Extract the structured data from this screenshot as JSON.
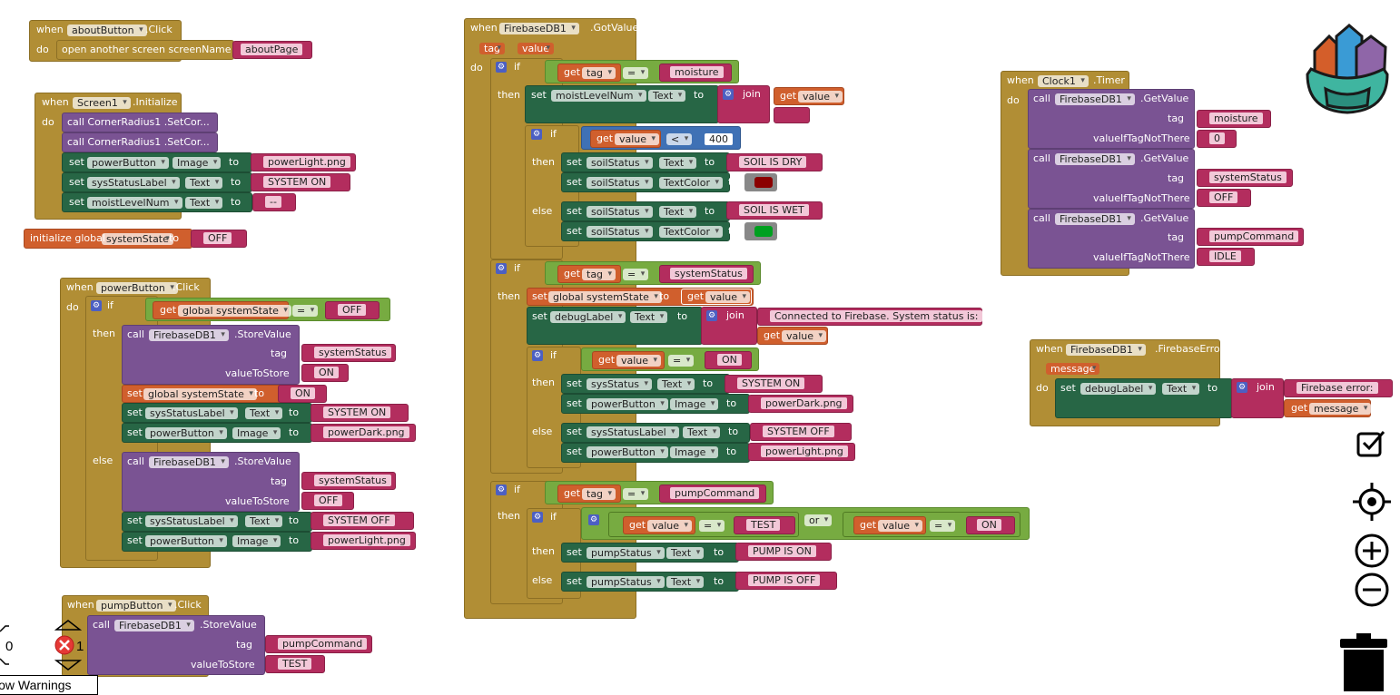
{
  "events": {
    "about_click": {
      "when": "when",
      "component": "aboutButton",
      "event": ".Click",
      "do": "do",
      "action": "open another screen  screenName",
      "arg": "aboutPage"
    },
    "screen_init": {
      "when": "when",
      "component": "Screen1",
      "event": ".Initialize",
      "do": "do",
      "call1": "call  CornerRadius1 .SetCor...",
      "call2": "call  CornerRadius1 .SetCor...",
      "rows": [
        {
          "set": "set",
          "comp": "powerButton",
          "prop": "Image",
          "to": "to",
          "val": "powerLight.png"
        },
        {
          "set": "set",
          "comp": "sysStatusLabel",
          "prop": "Text",
          "to": "to",
          "val": "SYSTEM ON"
        },
        {
          "set": "set",
          "comp": "moistLevelNum",
          "prop": "Text",
          "to": "to",
          "val": "--"
        }
      ]
    },
    "global_init": {
      "label": "initialize global",
      "name": "systemState",
      "to": "to",
      "val": "OFF"
    },
    "power_click": {
      "when": "when",
      "component": "powerButton",
      "event": ".Click",
      "do": "do",
      "if": "if",
      "get": "get",
      "var": "global systemState",
      "op": "=",
      "cmp": "OFF",
      "then": "then",
      "else": "else",
      "call": "call",
      "db": "FirebaseDB1",
      "method": ".StoreValue",
      "tag_lbl": "tag",
      "vts_lbl": "valueToStore",
      "then_tag": "systemStatus",
      "then_val": "ON",
      "set_global": "set",
      "global_name": "global systemState",
      "then_global_val": "ON",
      "then_rows": [
        {
          "comp": "sysStatusLabel",
          "prop": "Text",
          "val": "SYSTEM ON"
        },
        {
          "comp": "powerButton",
          "prop": "Image",
          "val": "powerDark.png"
        }
      ],
      "else_tag": "systemStatus",
      "else_val": "OFF",
      "else_rows": [
        {
          "comp": "sysStatusLabel",
          "prop": "Text",
          "val": "SYSTEM OFF"
        },
        {
          "comp": "powerButton",
          "prop": "Image",
          "val": "powerLight.png"
        }
      ]
    },
    "pump_click": {
      "when": "when",
      "component": "pumpButton",
      "event": ".Click",
      "call": "call",
      "db": "FirebaseDB1",
      "method": ".StoreValue",
      "tag_lbl": "tag",
      "tag": "pumpCommand",
      "vts_lbl": "valueToStore",
      "val": "TEST"
    },
    "gotvalue": {
      "when": "when",
      "component": "FirebaseDB1",
      "event": ".GotValue",
      "p1": "tag",
      "p2": "value",
      "do": "do",
      "then": "then",
      "else": "else",
      "if": "if",
      "moist_tag": "moisture",
      "set_moist_comp": "moistLevelNum",
      "set_moist_prop": "Text",
      "join": "join",
      "get_value": "value",
      "empty": " ",
      "num": "400",
      "lt": "<",
      "dry": "SOIL IS DRY",
      "wet": "SOIL IS WET",
      "soil_comp": "soilStatus",
      "text_prop": "Text",
      "color_prop": "TextColor",
      "dry_color": "#8b0000",
      "wet_color": "#00a020",
      "sys_tag": "systemStatus",
      "global_name": "global systemState",
      "debug_comp": "debugLabel",
      "conn_text": "Connected to Firebase. System status is: ",
      "on": "ON",
      "sys_comp": "sysStatus",
      "sys_on": "SYSTEM ON",
      "pb_comp": "powerButton",
      "img_prop": "Image",
      "dark": "powerDark.png",
      "sysl_comp": "sysStatusLabel",
      "sys_off": "SYSTEM OFF",
      "light": "powerLight.png",
      "pump_tag": "pumpCommand",
      "test": "TEST",
      "or": "or",
      "pump_comp": "pumpStatus",
      "pump_on": "PUMP IS ON",
      "pump_off": "PUMP IS OFF",
      "get": "get",
      "set": "set",
      "to": "to",
      "eq": "="
    },
    "clock": {
      "when": "when",
      "component": "Clock1",
      "event": ".Timer",
      "do": "do",
      "call": "call",
      "db": "FirebaseDB1",
      "method": ".GetValue",
      "tag_lbl": "tag",
      "vnt_lbl": "valueIfTagNotThere",
      "items": [
        {
          "tag": "moisture",
          "def": "0"
        },
        {
          "tag": "systemStatus",
          "def": "OFF"
        },
        {
          "tag": "pumpCommand",
          "def": "IDLE"
        }
      ]
    },
    "error": {
      "when": "when",
      "component": "FirebaseDB1",
      "event": ".FirebaseError",
      "param": "message",
      "do": "do",
      "set": "set",
      "comp": "debugLabel",
      "prop": "Text",
      "to": "to",
      "join": "join",
      "txt": "Firebase error: ",
      "get": "get",
      "var": "message"
    }
  },
  "status": {
    "warnings_count": "0",
    "errors_count": "1",
    "toggle_label": "Show Warnings"
  }
}
